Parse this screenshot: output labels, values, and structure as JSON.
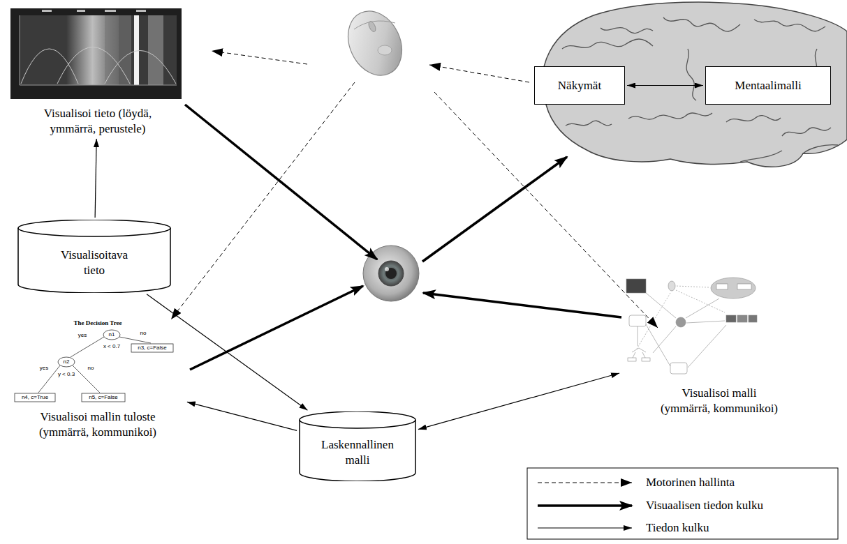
{
  "diagram": {
    "nodes": [
      {
        "text": [
          "Visualisoi tieto (löydä, ymmärrä, perustele)"
        ]
      },
      {
        "text": [
          "Näkymät"
        ]
      },
      {
        "text": [
          "Mentaalimalli"
        ]
      },
      {
        "text": [
          "Visualisoitava tieto"
        ]
      },
      {
        "text": [
          "Visualisoi mallin tuloste (ymmärrä, kommunikoi)"
        ]
      },
      {
        "text": [
          "Laskennallinen malli"
        ]
      },
      {
        "text": [
          "Visualisoi malli (ymmärrä, kommunikoi)"
        ]
      }
    ],
    "edges": [
      {
        "from": 3,
        "to": 0,
        "arrow": "to"
      },
      {
        "from": 1,
        "to": 2,
        "arrow": "both"
      },
      {
        "from": 3,
        "to": 5,
        "arrow": "to"
      },
      {
        "from": 5,
        "to": 4,
        "arrow": "to"
      },
      {
        "from": 5,
        "to": 6,
        "arrow": "both"
      }
    ],
    "labels": [
      "The Decision Tree",
      "n1",
      "yes",
      "no",
      "x < 0.7",
      "n3, c=False",
      "n2",
      "yes",
      "no",
      "y < 0.3",
      "n4, c=True",
      "n5, c=False"
    ],
    "legend": [
      {
        "text": "Motorinen hallinta"
      },
      {
        "text": "Visuaalisen tiedon kulku"
      },
      {
        "text": "Tiedon kulku"
      }
    ]
  }
}
